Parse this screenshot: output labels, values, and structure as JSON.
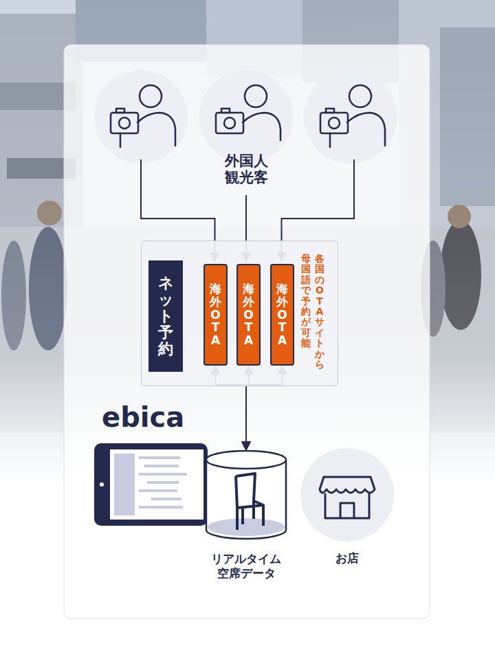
{
  "diagram": {
    "nodes": [
      {
        "text": [
          "各国のOTAサイトから 母国語で予約が可能"
        ]
      },
      {
        "text": [
          "ネット予約"
        ],
        "in": 0
      },
      {
        "text": [
          "海外OTA"
        ],
        "in": 0
      },
      {
        "text": [
          "海外OTA"
        ],
        "in": 0
      },
      {
        "text": [
          "海外OTA"
        ],
        "in": 0
      },
      {
        "text": [
          "リアルタイム 空席データ"
        ]
      },
      {
        "text": [
          "お店"
        ]
      }
    ],
    "edges": [
      {
        "from": 5,
        "to": 2,
        "arrow": "both"
      },
      {
        "from": 5,
        "to": 3,
        "arrow": "both"
      },
      {
        "from": 5,
        "to": 4,
        "arrow": "both"
      }
    ],
    "labels": [
      "外国人 観光客",
      "ebica"
    ]
  }
}
